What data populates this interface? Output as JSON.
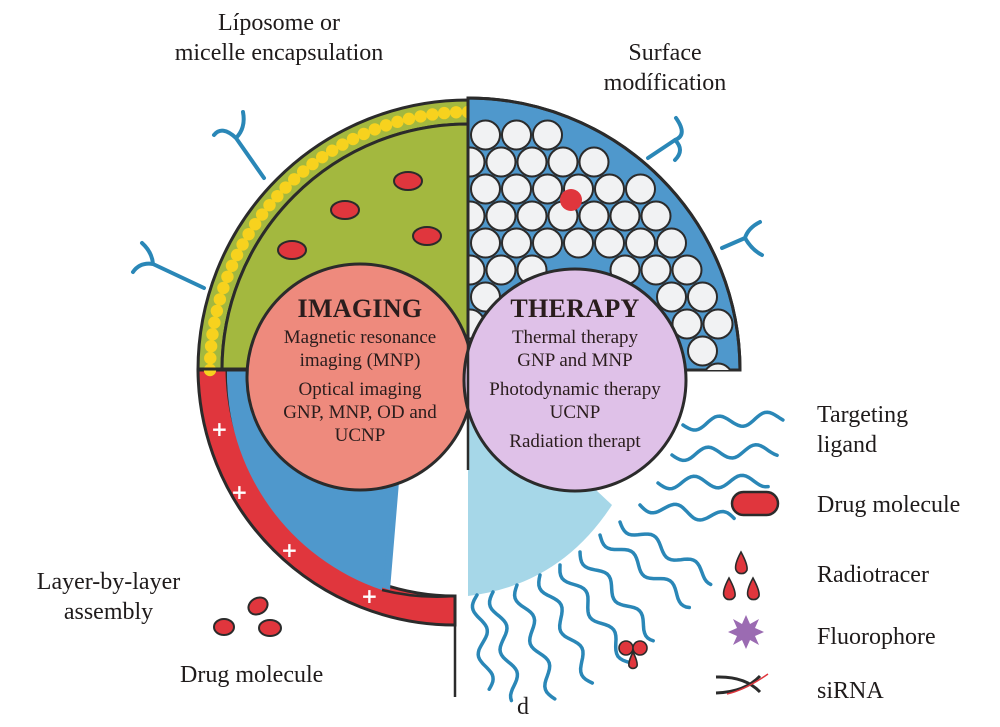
{
  "labels": {
    "liposome": [
      "Líposome or",
      "micelle encapsulation"
    ],
    "surface": [
      "Surface",
      "modífication"
    ],
    "layer": [
      "Layer-by-layer",
      "assembly"
    ],
    "drug_bottom": "Drug molecule",
    "d": "d"
  },
  "imaging": {
    "title": "IMAGING",
    "lines": [
      "Magnetic resonance",
      "imaging (MNP)",
      "Optical imaging",
      "GNP, MNP, OD and",
      "UCNP"
    ]
  },
  "therapy": {
    "title": "THERAPY",
    "lines": [
      "Thermal therapy",
      "GNP and MNP",
      "Photodynamic therapy",
      "UCNP",
      "Radiation therapt"
    ]
  },
  "legend": [
    {
      "icon": "targeting-ligand-icon",
      "label": [
        "Targeting",
        "ligand"
      ]
    },
    {
      "icon": "drug-molecule-icon",
      "label": [
        "Drug molecule"
      ]
    },
    {
      "icon": "radiotracer-icon",
      "label": [
        "Radiotracer"
      ]
    },
    {
      "icon": "fluorophore-icon",
      "label": [
        "Fluorophore"
      ]
    },
    {
      "icon": "sirna-icon",
      "label": [
        "siRNA"
      ]
    }
  ],
  "colors": {
    "green": "#a3b83f",
    "yellow": "#f7d21e",
    "red": "#e0363d",
    "blue": "#4f98cc",
    "light_blue": "#a6d7e8",
    "salmon": "#ee8a7d",
    "lavender": "#dfc1e8",
    "ligand_blue": "#2a87b7",
    "fluorophore": "#9b6bb2",
    "outline": "#2b2b2b"
  }
}
